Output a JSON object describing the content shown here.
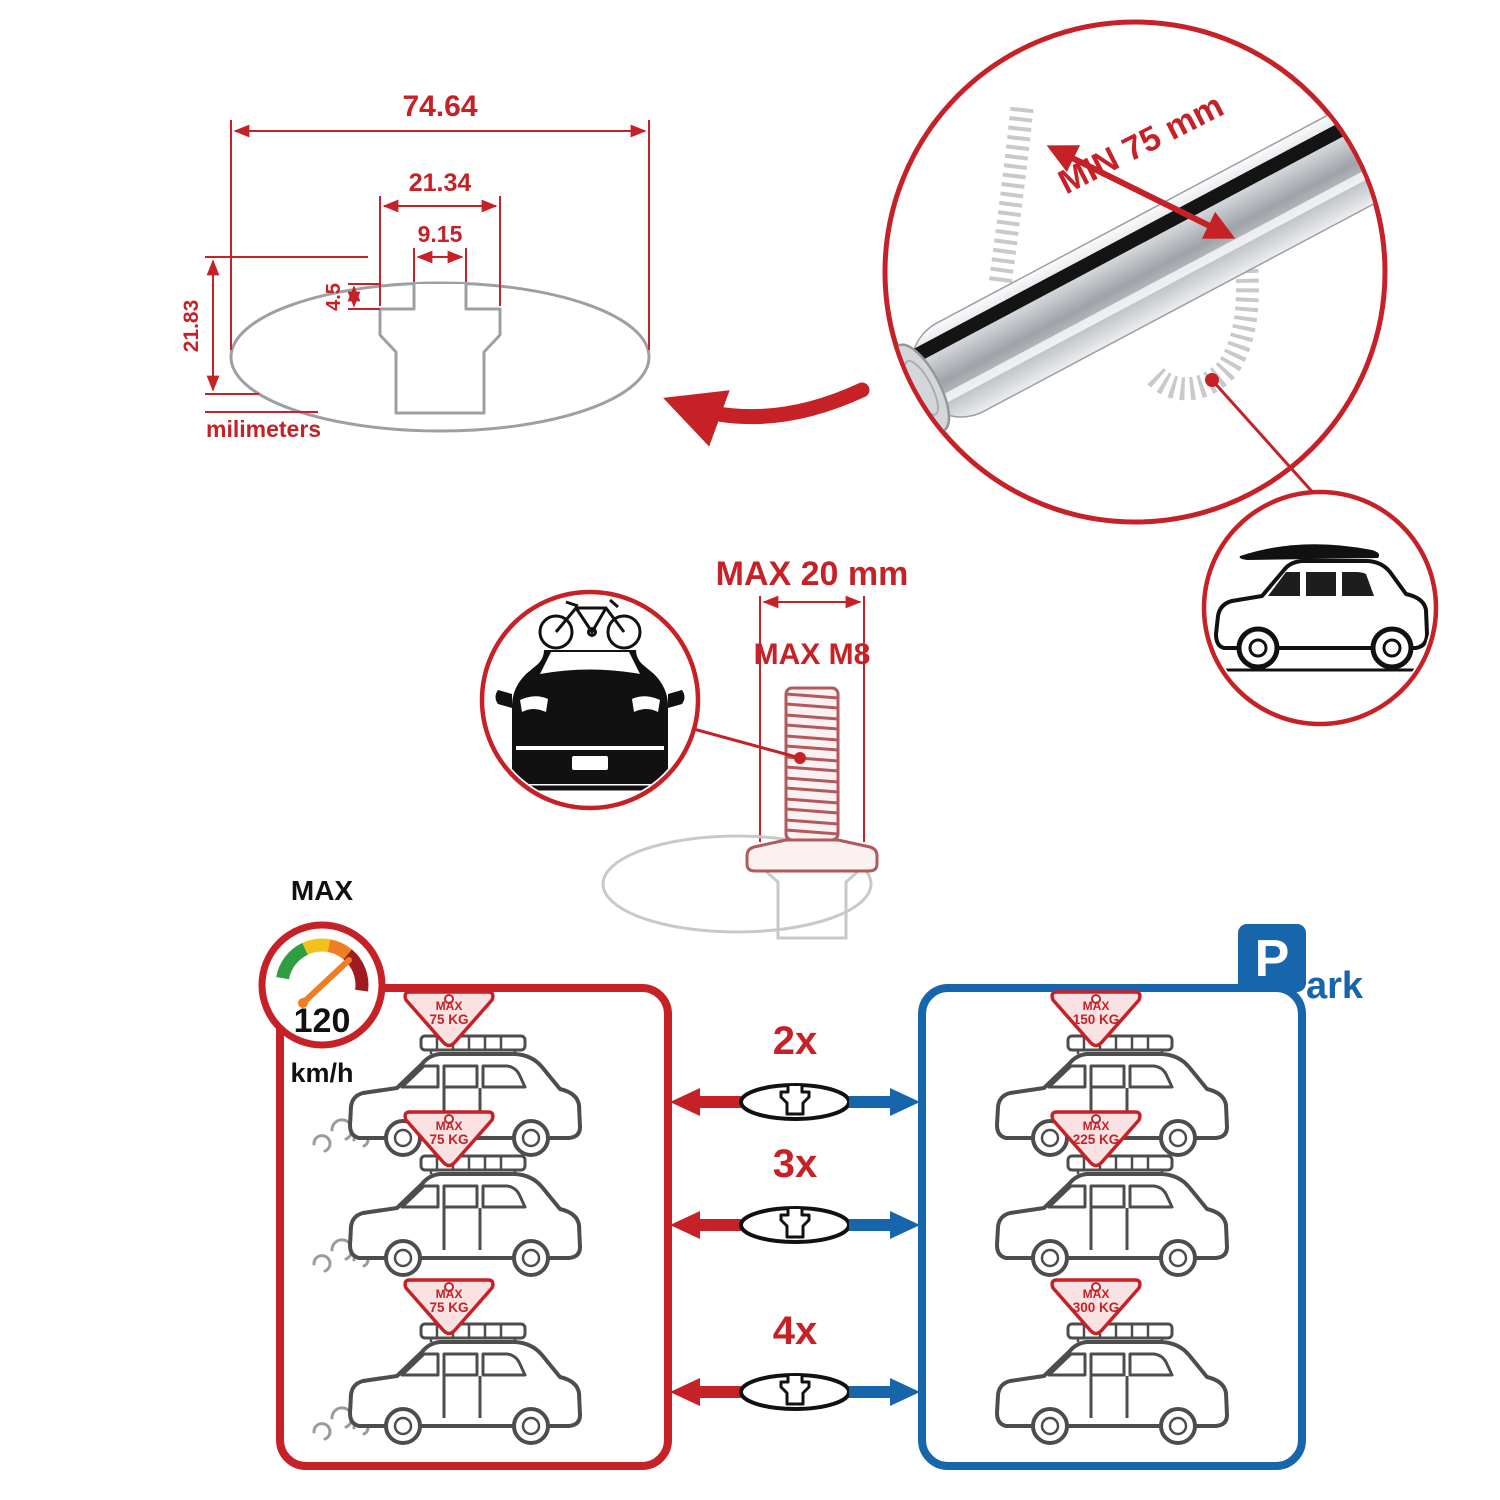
{
  "colors": {
    "red": "#c62127",
    "blue": "#1766ab",
    "gray": "#c9c9c9",
    "ink": "#111111"
  },
  "cross_section": {
    "total_width": "74.64",
    "cavity_width": "21.34",
    "slot_width": "9.15",
    "lip_height": "4.5",
    "total_height": "21.83",
    "units": "milimeters"
  },
  "bar_detail": {
    "min_span": "MIN 75 mm"
  },
  "bolt": {
    "max_depth": "MAX 20 mm",
    "max_thread": "MAX M8"
  },
  "speed": {
    "label": "MAX",
    "value": "120",
    "unit": "km/h"
  },
  "park": {
    "p": "P",
    "ark": "ark"
  },
  "quantities": [
    {
      "label": "2x"
    },
    {
      "label": "3x"
    },
    {
      "label": "4x"
    }
  ],
  "driving": {
    "cars": [
      {
        "flag_label": "MAX",
        "flag_value": "75 KG"
      },
      {
        "flag_label": "MAX",
        "flag_value": "75 KG"
      },
      {
        "flag_label": "MAX",
        "flag_value": "75 KG"
      }
    ]
  },
  "parked": {
    "cars": [
      {
        "flag_label": "MAX",
        "flag_value": "150 KG"
      },
      {
        "flag_label": "MAX",
        "flag_value": "225 KG"
      },
      {
        "flag_label": "MAX",
        "flag_value": "300 KG"
      }
    ]
  }
}
